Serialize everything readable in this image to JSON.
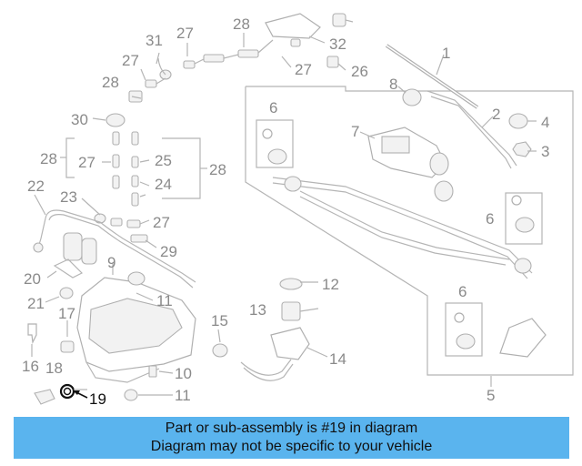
{
  "diagram": {
    "callouts": [
      "1",
      "2",
      "3",
      "4",
      "5",
      "6",
      "6",
      "6",
      "7",
      "8",
      "9",
      "10",
      "11",
      "11",
      "12",
      "13",
      "14",
      "15",
      "16",
      "17",
      "18",
      "19",
      "20",
      "21",
      "22",
      "23",
      "24",
      "25",
      "26",
      "27",
      "27",
      "27",
      "27",
      "27",
      "28",
      "28",
      "28",
      "28",
      "29",
      "30",
      "31",
      "32"
    ],
    "highlighted_callout": "19"
  },
  "banner": {
    "line1": "Part or sub-assembly is #19 in diagram",
    "line2": "Diagram may not be specific to your vehicle"
  },
  "colors": {
    "banner_bg": "#5ab4ee",
    "line_art": "#b0b0b0",
    "callout_text": "#8a8a8a",
    "highlight_text": "#111111"
  }
}
